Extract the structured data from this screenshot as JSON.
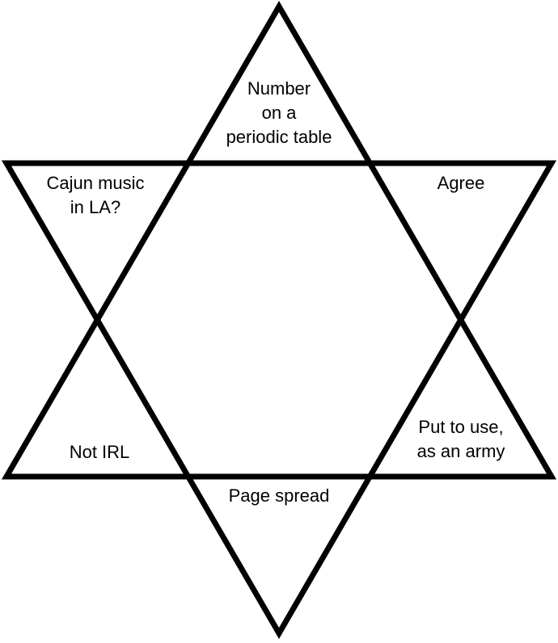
{
  "colors": {
    "stroke": "#000000",
    "background": "#ffffff",
    "text": "#000000"
  },
  "clues": {
    "top": [
      "Number",
      "on a",
      "periodic table"
    ],
    "upper_left": [
      "Cajun music",
      "in LA?"
    ],
    "upper_right": [
      "Agree"
    ],
    "lower_left": [
      "Not IRL"
    ],
    "lower_right": [
      "Put to use,",
      "as an army"
    ],
    "bottom": [
      "Page spread"
    ]
  }
}
